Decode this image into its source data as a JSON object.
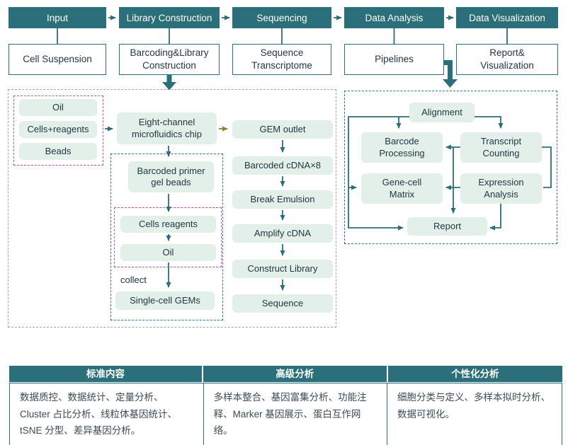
{
  "colors": {
    "teal": "#2b6f7a",
    "teal_dash": "#2f7587",
    "gray_dash": "#a0a4a4",
    "magenta_dash": "#b350b0",
    "olive": "#8c8330",
    "box_fill": "#e2f0e9",
    "ink": "#233744",
    "table_ink": "#3c4b55"
  },
  "stages": [
    {
      "label": "Input",
      "sub": "Cell Suspension"
    },
    {
      "label": "Library Construction",
      "sub": "Barcoding&Library\nConstruction"
    },
    {
      "label": "Sequencing",
      "sub": "Sequence\nTranscriptome"
    },
    {
      "label": "Data Analysis",
      "sub": "Pipelines"
    },
    {
      "label": "Data Visualization",
      "sub": "Report&\nVisualization"
    }
  ],
  "gem_prep": {
    "reagents": [
      "Oil",
      "Cells+reagents",
      "Beads"
    ],
    "chip": "Eight-channel\nmicrofluidics chip",
    "gel_beads": "Barcoded primer\ngel beads",
    "droplet": [
      "Cells reagents",
      "Oil"
    ],
    "collect": "collect",
    "gems": "Single-cell GEMs",
    "library_steps": [
      "GEM outlet",
      "Barcoded cDNA×8",
      "Break Emulsion",
      "Amplify cDNA",
      "Construct Library",
      "Sequence"
    ]
  },
  "analysis": {
    "alignment": "Alignment",
    "barcode_processing": "Barcode\nProcessing",
    "transcript_counting": "Transcript\nCounting",
    "gene_cell_matrix": "Gene-cell\nMatrix",
    "expression_analysis": "Expression\nAnalysis",
    "report": "Report"
  },
  "table": {
    "columns": [
      {
        "header": "标准内容",
        "body": "数据质控、数据统计、定量分析、Cluster 占比分析、线粒体基因统计、tSNE 分型、差异基因分析。"
      },
      {
        "header": "高级分析",
        "body": "多样本整合、基因富集分析、功能注释、Marker 基因展示、蛋白互作网络。"
      },
      {
        "header": "个性化分析",
        "body": "细胞分类与定义、多样本拟时分析、数据可视化。"
      }
    ]
  }
}
